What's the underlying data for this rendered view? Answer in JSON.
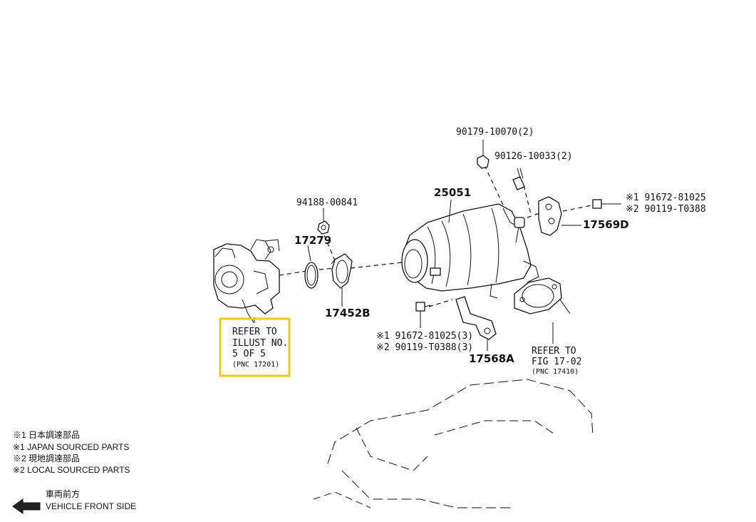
{
  "parts": {
    "p_90179": "90179-10070(2)",
    "p_90126": "90126-10033(2)",
    "p_25051": "25051",
    "p_91672_top": "※1 91672-81025",
    "p_90119_top": "※2 90119-T0388",
    "p_17569d": "17569D",
    "p_94188": "94188-00841",
    "p_17279": "17279",
    "p_17452b": "17452B",
    "p_91672_bot": "※1 91672-81025(3)",
    "p_90119_bot": "※2 90119-T0388(3)",
    "p_17568a": "17568A"
  },
  "refs": {
    "illust": {
      "line1": "REFER TO",
      "line2": "ILLUST NO.",
      "line3": "5 OF 5",
      "line4": "(PNC 17201)"
    },
    "fig": {
      "line1": "REFER TO",
      "line2": "FIG 17-02",
      "line3": "(PNC 17410)"
    }
  },
  "legend": {
    "l1": "※1 日本調達部品",
    "l2": "※1 JAPAN SOURCED PARTS",
    "l3": "※2 現地調達部品",
    "l4": "※2 LOCAL SOURCED PARTS"
  },
  "direction": {
    "jp": "車両前方",
    "en": "VEHICLE FRONT SIDE"
  },
  "colors": {
    "highlight": "#f5c518",
    "ink": "#111111"
  }
}
